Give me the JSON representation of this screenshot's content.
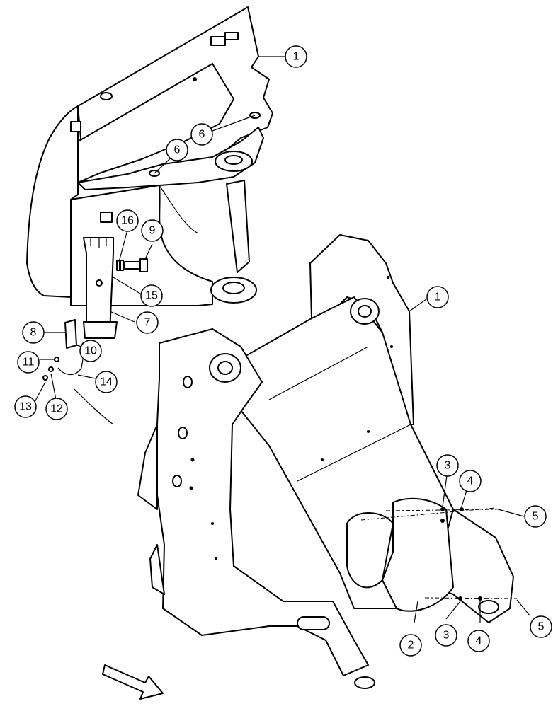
{
  "diagram": {
    "callouts": [
      {
        "id": "c1a",
        "label": "1"
      },
      {
        "id": "c6a",
        "label": "6"
      },
      {
        "id": "c6b",
        "label": "6"
      },
      {
        "id": "c16",
        "label": "16"
      },
      {
        "id": "c9",
        "label": "9"
      },
      {
        "id": "c15",
        "label": "15"
      },
      {
        "id": "c7",
        "label": "7"
      },
      {
        "id": "c8",
        "label": "8"
      },
      {
        "id": "c10",
        "label": "10"
      },
      {
        "id": "c11",
        "label": "11"
      },
      {
        "id": "c14",
        "label": "14"
      },
      {
        "id": "c13",
        "label": "13"
      },
      {
        "id": "c12",
        "label": "12"
      },
      {
        "id": "c1b",
        "label": "1"
      },
      {
        "id": "c3a",
        "label": "3"
      },
      {
        "id": "c4a",
        "label": "4"
      },
      {
        "id": "c5a",
        "label": "5"
      },
      {
        "id": "c2",
        "label": "2"
      },
      {
        "id": "c3b",
        "label": "3"
      },
      {
        "id": "c4b",
        "label": "4"
      },
      {
        "id": "c5b",
        "label": "5"
      }
    ]
  }
}
